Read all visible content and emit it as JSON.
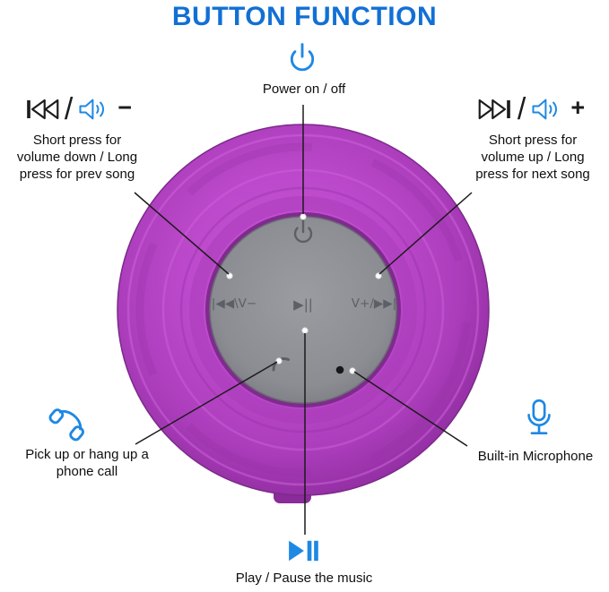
{
  "title": "BUTTON FUNCTION",
  "colors": {
    "title_blue": "#1270d4",
    "icon_blue": "#1e88e5",
    "speaker_purple": "#b944c8",
    "panel_gray": "#8f9196",
    "panel_text_gray": "#5d5f66",
    "line_black": "#1b1b1b"
  },
  "symbols": {
    "slash": "/",
    "minus": "−",
    "plus": "+"
  },
  "annotations": {
    "power": {
      "label": "Power on / off"
    },
    "volume_down": {
      "lines": [
        "Short press for",
        "volume down / Long",
        "press for prev song"
      ]
    },
    "volume_up": {
      "lines": [
        "Short press for",
        "volume up / Long",
        "press for next song"
      ]
    },
    "phone": {
      "lines": [
        "Pick up or hang up a",
        "phone call"
      ]
    },
    "mic": {
      "label": "Built-in Microphone"
    },
    "play": {
      "label": "Play / Pause the music"
    }
  },
  "speaker_panel": {
    "left_button": "|◀◀\\V−",
    "center_button": "▶||",
    "right_button": "V+/▶▶|"
  }
}
